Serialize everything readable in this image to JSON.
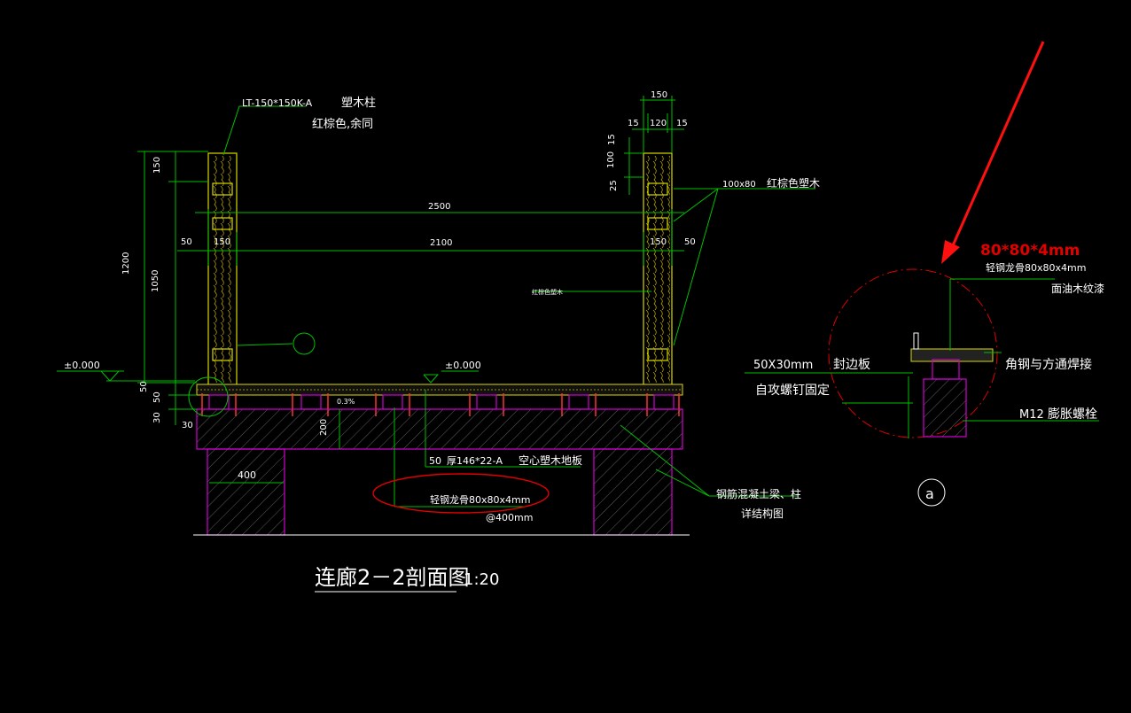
{
  "drawing": {
    "title": "连廊2－2剖面图",
    "scale": "1:20",
    "detail_symbol": "a"
  },
  "labels": {
    "post": "LT-150*150K-A",
    "post_type": "塑木柱",
    "post_color": "红棕色,余同",
    "rail": "100x80",
    "rail_color": "红棕色塑木",
    "inner_rail": "红棕色塑木",
    "level_left": "±0.000",
    "level_mid": "±0.000",
    "floor_thk": "50",
    "floor_spec": "厚146*22-A",
    "floor_name": "空心塑木地板",
    "keel": "轻钢龙骨80x80x4mm",
    "keel_spacing": "@400mm",
    "concrete": "钢筋混凝土梁、柱",
    "concrete_ref": "详结构图",
    "slope": "0.3%",
    "dim_400": "400"
  },
  "dimensions": {
    "d150_top": "150",
    "d120": "120",
    "d15a": "15",
    "d15b": "15",
    "d15c": "15",
    "d100": "100",
    "d25": "25",
    "d2500": "2500",
    "d2100": "2100",
    "d50_left": "50",
    "d150_left": "150",
    "d150_right": "150",
    "d50_right": "50",
    "d1200": "1200",
    "d1050": "1050",
    "d150_v": "150",
    "d50_v": "50",
    "d30_v": "30",
    "d50_v2": "50",
    "d30_h": "30",
    "d200": "200"
  },
  "detail": {
    "size_callout": "80*80*4mm",
    "keel": "轻钢龙骨80x80x4mm",
    "finish": "面油木纹漆",
    "strip_size": "50X30mm",
    "strip": "封边板",
    "weld": "角钢与方通焊接",
    "screw": "自攻螺钉固定",
    "anchor_size": "M12",
    "anchor": "膨胀螺栓"
  },
  "colors": {
    "annotation": "#e00000",
    "dimension": "#00c000",
    "timber": "#d8d800",
    "steel": "#d000d0"
  }
}
